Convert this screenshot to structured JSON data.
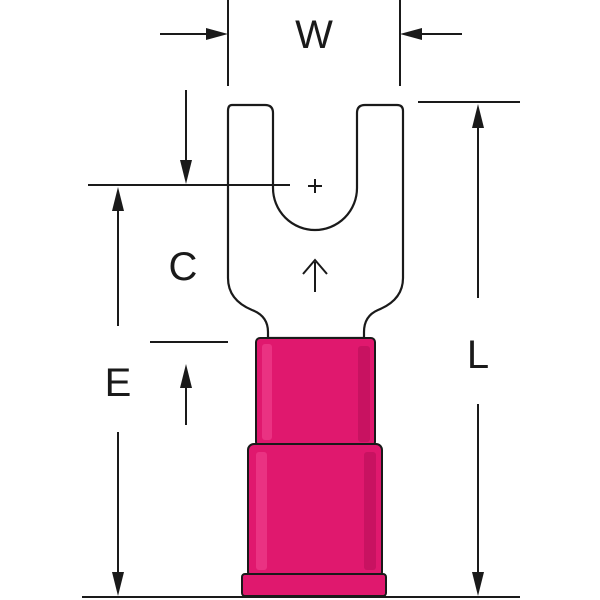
{
  "diagram": {
    "labels": {
      "width": "W",
      "center_to_barrel": "C",
      "stud_to_end": "E",
      "length": "L"
    },
    "colors": {
      "insulation_fill": "#e0186e",
      "insulation_shadow": "#b80f58",
      "insulation_highlight": "#f0458f",
      "metal_fill": "#ffffff",
      "ink": "#1a1a1a"
    }
  }
}
